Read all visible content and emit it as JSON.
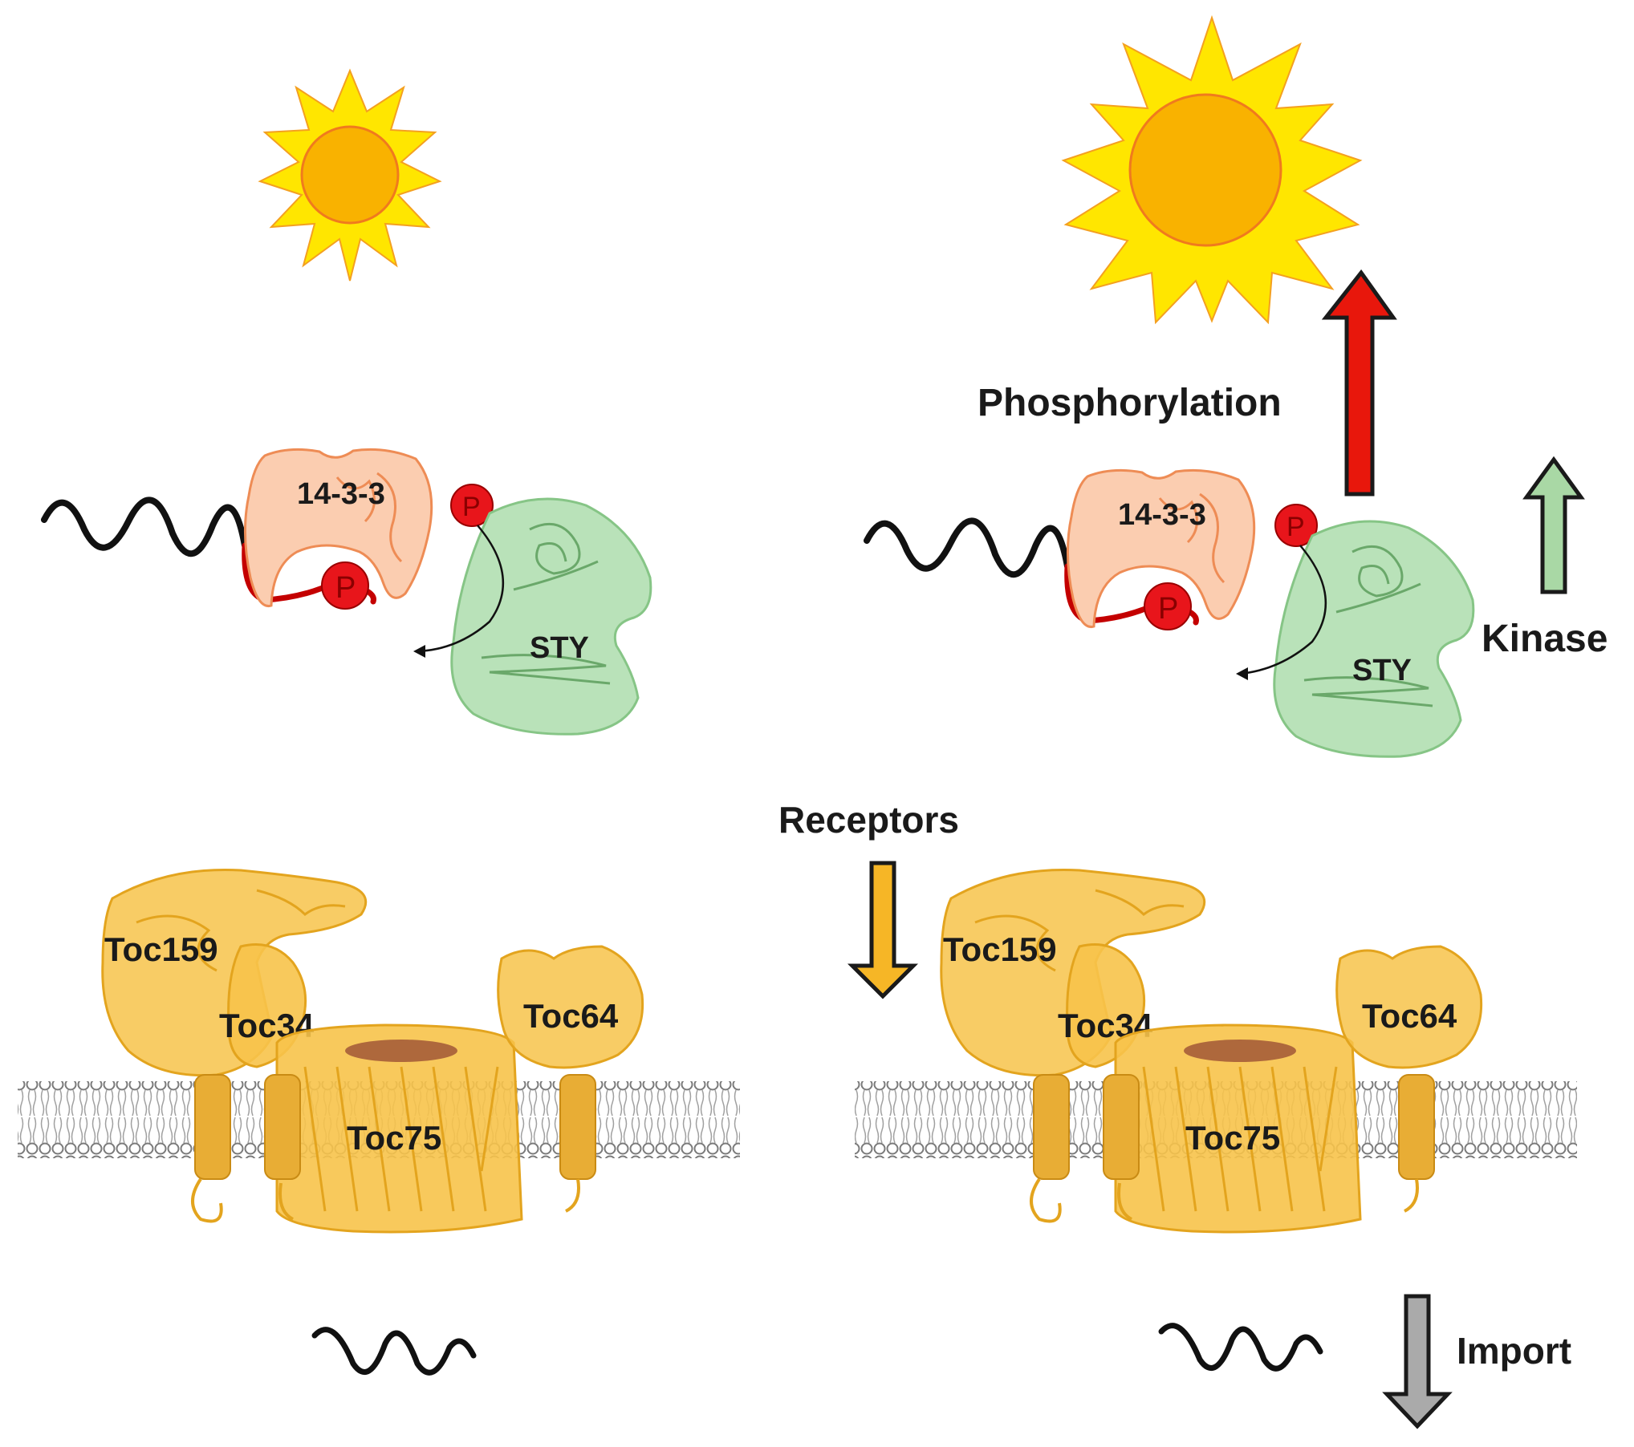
{
  "labels": {
    "phosphorylation": "Phosphorylation",
    "kinase": "Kinase",
    "receptors": "Receptors",
    "import": "Import"
  },
  "left_panel": {
    "protein_1433": "14-3-3",
    "phospho_bound": "P",
    "phospho_free": "P",
    "kinase": "STY",
    "toc159": "Toc159",
    "toc34": "Toc34",
    "toc64": "Toc64",
    "toc75": "Toc75"
  },
  "right_panel": {
    "protein_1433": "14-3-3",
    "phospho_bound": "P",
    "phospho_free": "P",
    "kinase": "STY",
    "toc159": "Toc159",
    "toc34": "Toc34",
    "toc64": "Toc64",
    "toc75": "Toc75"
  },
  "arrows": {
    "phosphorylation": {
      "direction": "up",
      "color": "#e8170c"
    },
    "kinase": {
      "direction": "up",
      "color": "#a9d8a5"
    },
    "receptors": {
      "direction": "down",
      "color": "#f6b626"
    },
    "import": {
      "direction": "down",
      "color": "#aaaaaa"
    }
  },
  "colors": {
    "sun_core": "#f9b200",
    "sun_rays": "#ffe600",
    "sun_outline": "#f07a1e",
    "protein_1433": "#fbcdb0",
    "kinase_sty": "#b9e2b9",
    "phospho": "#e8151b",
    "toc_complex": "#f7c34a",
    "membrane": "#9a9a9a",
    "peptide": "#111111",
    "transit_peptide": "#c40000"
  }
}
